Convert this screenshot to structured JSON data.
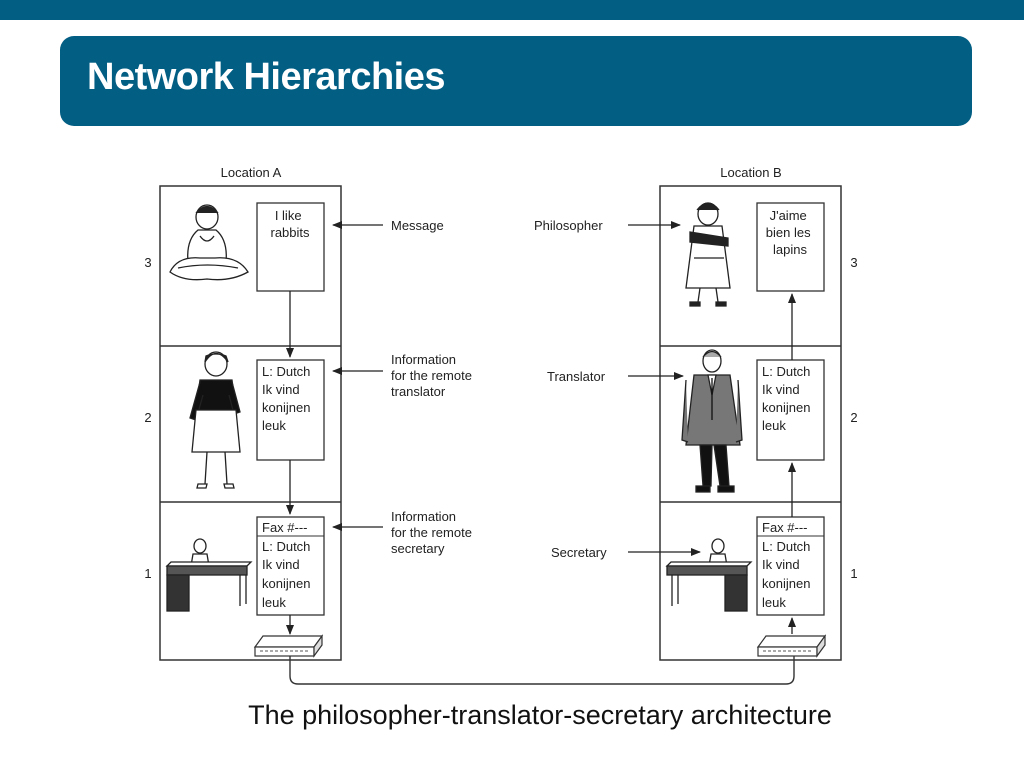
{
  "slide": {
    "title": "Network Hierarchies",
    "caption": "The philosopher-translator-secretary architecture"
  },
  "diagram": {
    "locations": {
      "a": "Location A",
      "b": "Location B"
    },
    "layer_numbers": [
      "3",
      "2",
      "1"
    ],
    "location_a": {
      "layer3_note": [
        "I like",
        "rabbits"
      ],
      "layer2_note": [
        "L: Dutch",
        "Ik vind",
        "konijnen",
        "leuk"
      ],
      "layer1_note": [
        "Fax #---",
        "L: Dutch",
        "Ik vind",
        "konijnen",
        "leuk"
      ]
    },
    "location_b": {
      "layer3_note": [
        "J'aime",
        "bien les",
        "lapins"
      ],
      "layer2_note": [
        "L: Dutch",
        "Ik vind",
        "konijnen",
        "leuk"
      ],
      "layer1_note": [
        "Fax #---",
        "L: Dutch",
        "Ik vind",
        "konijnen",
        "leuk"
      ]
    },
    "callouts_left": {
      "message": "Message",
      "info_translator": [
        "Information",
        "for the remote",
        "translator"
      ],
      "info_secretary": [
        "Information",
        "for the remote",
        "secretary"
      ]
    },
    "callouts_right": {
      "philosopher": "Philosopher",
      "translator": "Translator",
      "secretary": "Secretary"
    }
  }
}
